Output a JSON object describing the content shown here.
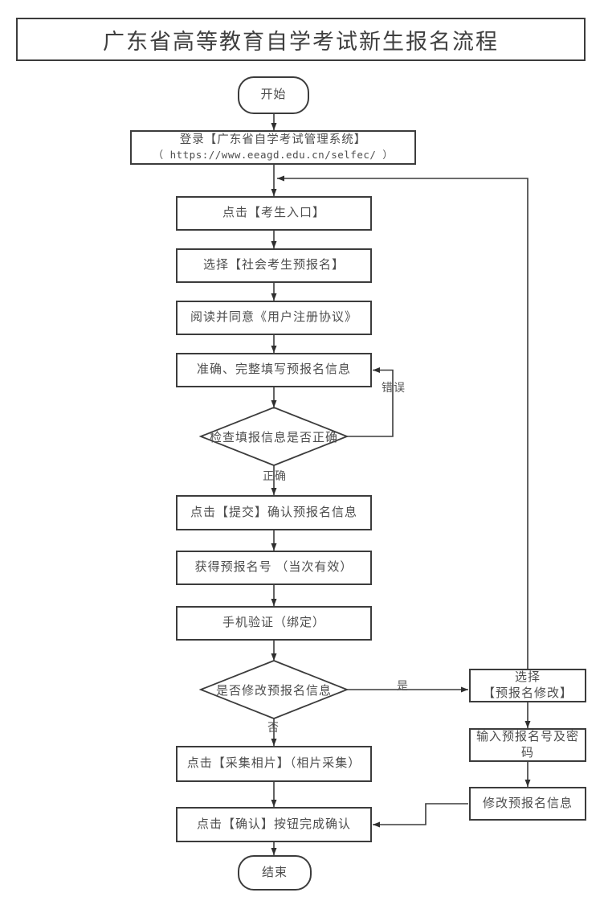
{
  "flowchart": {
    "title": "广东省高等教育自学考试新生报名流程",
    "start_label": "开始",
    "end_label": "结束",
    "nodes": {
      "login_line1": "登录【广东省自学考试管理系统】",
      "login_line2": "（ https://www.eeagd.edu.cn/selfec/ ）",
      "entrance": "点击【考生入口】",
      "choose_preregister": "选择【社会考生预报名】",
      "agreement": "阅读并同意《用户注册协议》",
      "fill_info": "准确、完整填写预报名信息",
      "check_decision": "检查填报信息是否正确",
      "submit": "点击【提交】确认预报名信息",
      "get_number": "获得预报名号 （当次有效）",
      "phone_verify": "手机验证（绑定）",
      "modify_decision": "是否修改预报名信息",
      "photo": "点击【采集相片】（相片采集）",
      "confirm": "点击【确认】按钮完成确认",
      "choose_modify_line1": "选择",
      "choose_modify_line2": "【预报名修改】",
      "enter_number": "输入预报名号及密码",
      "modify_info": "修改预报名信息"
    },
    "edge_labels": {
      "error": "错误",
      "correct": "正确",
      "yes": "是",
      "no": "否"
    },
    "edges": [
      {
        "from": "start",
        "to": "login"
      },
      {
        "from": "login",
        "to": "entrance"
      },
      {
        "from": "entrance",
        "to": "choose_preregister"
      },
      {
        "from": "choose_preregister",
        "to": "agreement"
      },
      {
        "from": "agreement",
        "to": "fill_info"
      },
      {
        "from": "fill_info",
        "to": "check_decision"
      },
      {
        "from": "check_decision",
        "to": "fill_info",
        "label": "错误"
      },
      {
        "from": "check_decision",
        "to": "submit",
        "label": "正确"
      },
      {
        "from": "submit",
        "to": "get_number"
      },
      {
        "from": "get_number",
        "to": "phone_verify"
      },
      {
        "from": "phone_verify",
        "to": "modify_decision"
      },
      {
        "from": "modify_decision",
        "to": "choose_modify",
        "label": "是"
      },
      {
        "from": "modify_decision",
        "to": "photo",
        "label": "否"
      },
      {
        "from": "choose_modify",
        "to": "entrance"
      },
      {
        "from": "choose_modify",
        "to": "enter_number"
      },
      {
        "from": "enter_number",
        "to": "modify_info"
      },
      {
        "from": "modify_info",
        "to": "confirm"
      },
      {
        "from": "photo",
        "to": "confirm"
      },
      {
        "from": "confirm",
        "to": "end"
      }
    ],
    "colors": {
      "line": "#3c3c3c",
      "text": "#4d4d4d",
      "background": "#ffffff"
    }
  }
}
